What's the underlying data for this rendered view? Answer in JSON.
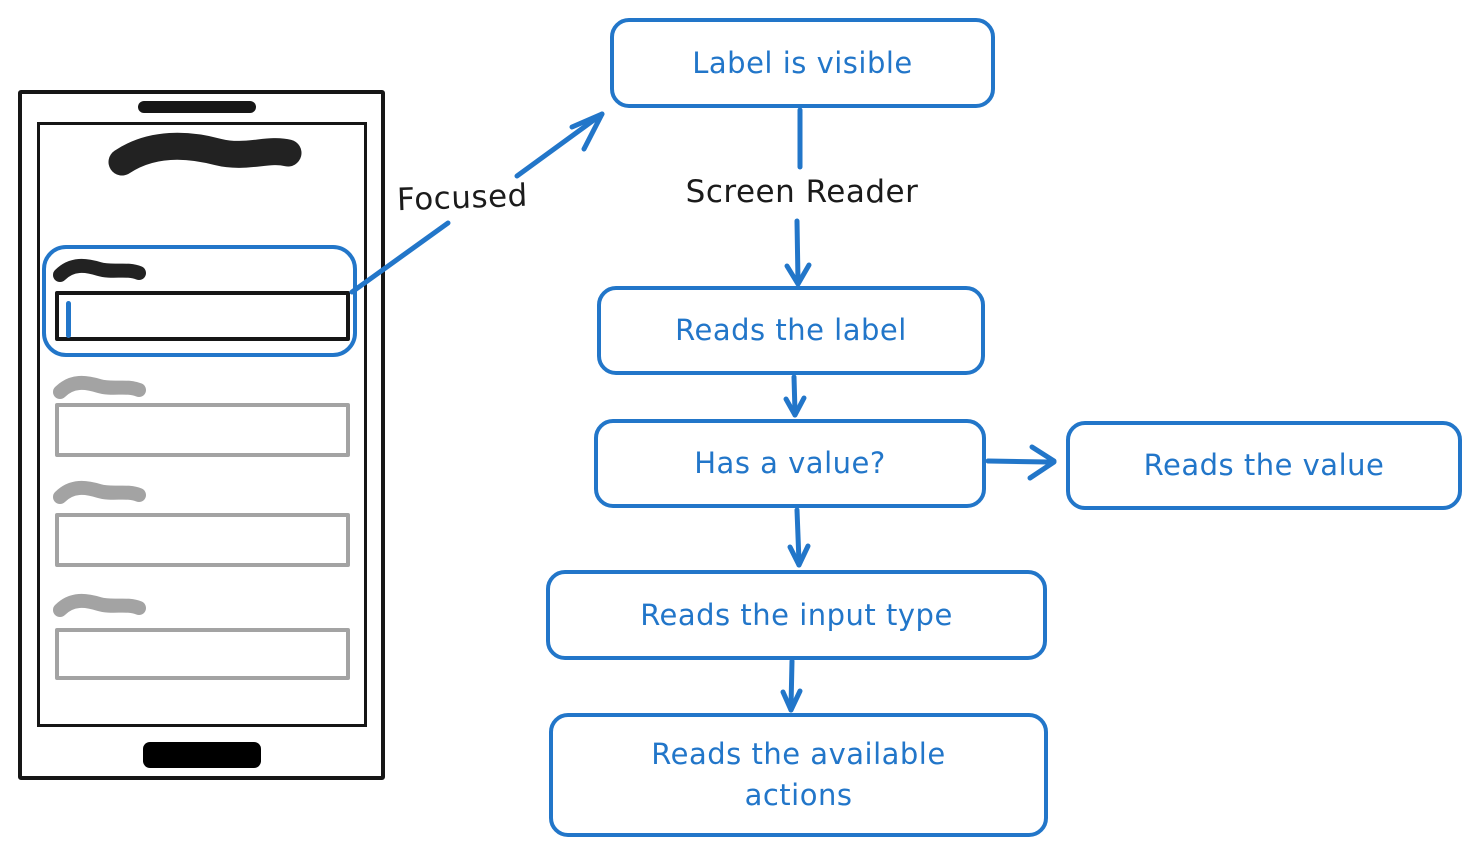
{
  "colors": {
    "accent_blue": "#2276C9",
    "ink_black": "#1B1B1B",
    "muted_gray": "#A3A3A3"
  },
  "annotations": {
    "focused_label": "Focused",
    "screen_reader_label": "Screen Reader"
  },
  "flow": {
    "label_visible": "Label is visible",
    "reads_label": "Reads the label",
    "has_value": "Has a value?",
    "reads_value": "Reads the value",
    "reads_input_type": "Reads the input type",
    "reads_available_actions": "Reads the available actions"
  },
  "phone": {
    "focused_field": "focused text input with caret",
    "other_fields": 3
  }
}
